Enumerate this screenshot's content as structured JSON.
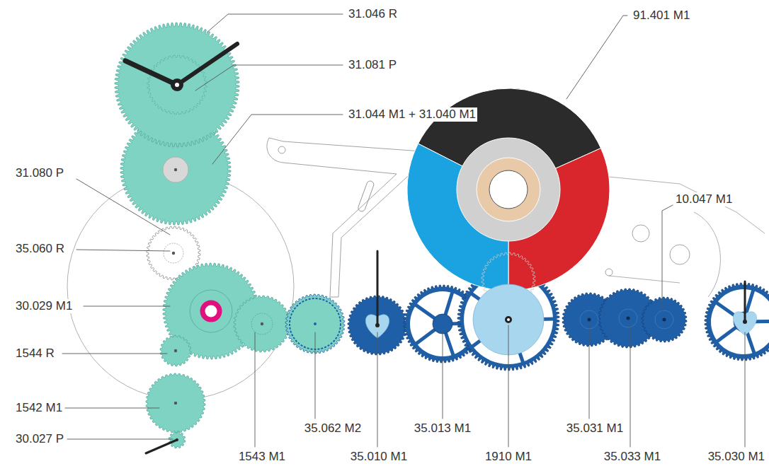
{
  "diagram": {
    "labels": [
      "31.046 R",
      "31.081 P",
      "31.044 M1 + 31.040 M1",
      "91.401 M1",
      "31.080 P",
      "10.047 M1",
      "35.060 R",
      "30.029 M1",
      "1544 R",
      "1542 M1",
      "30.027 P",
      "35.062 M2",
      "35.013 M1",
      "35.031 M1",
      "1543 M1",
      "35.010 M1",
      "1910 M1",
      "35.033 M1",
      "35.030 M1"
    ]
  }
}
